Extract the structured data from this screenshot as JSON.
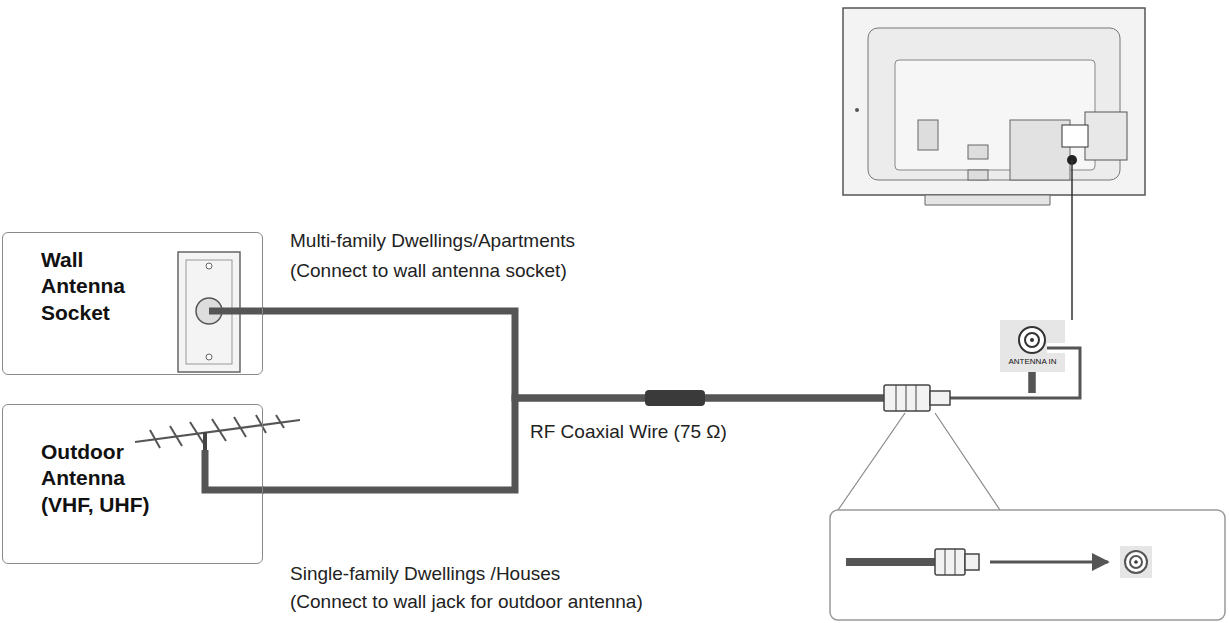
{
  "diagram": {
    "nodes": [
      {
        "text": [
          "Wall Antenna Socket"
        ]
      },
      {
        "text": [
          "Outdoor Antenna (VHF, UHF)"
        ]
      },
      {
        "text": [
          "ANTENNA IN"
        ]
      }
    ],
    "edges": [
      {
        "from": 0,
        "to": 2,
        "arrow": "none"
      },
      {
        "from": 1,
        "to": 2,
        "arrow": "none"
      }
    ],
    "labels": [
      "Multi-family Dwellings/Apartments",
      "(Connect to wall antenna socket)",
      "RF Coaxial Wire (75 Ω)",
      "Single-family Dwellings /Houses",
      "(Connect to wall jack for outdoor antenna)"
    ]
  }
}
